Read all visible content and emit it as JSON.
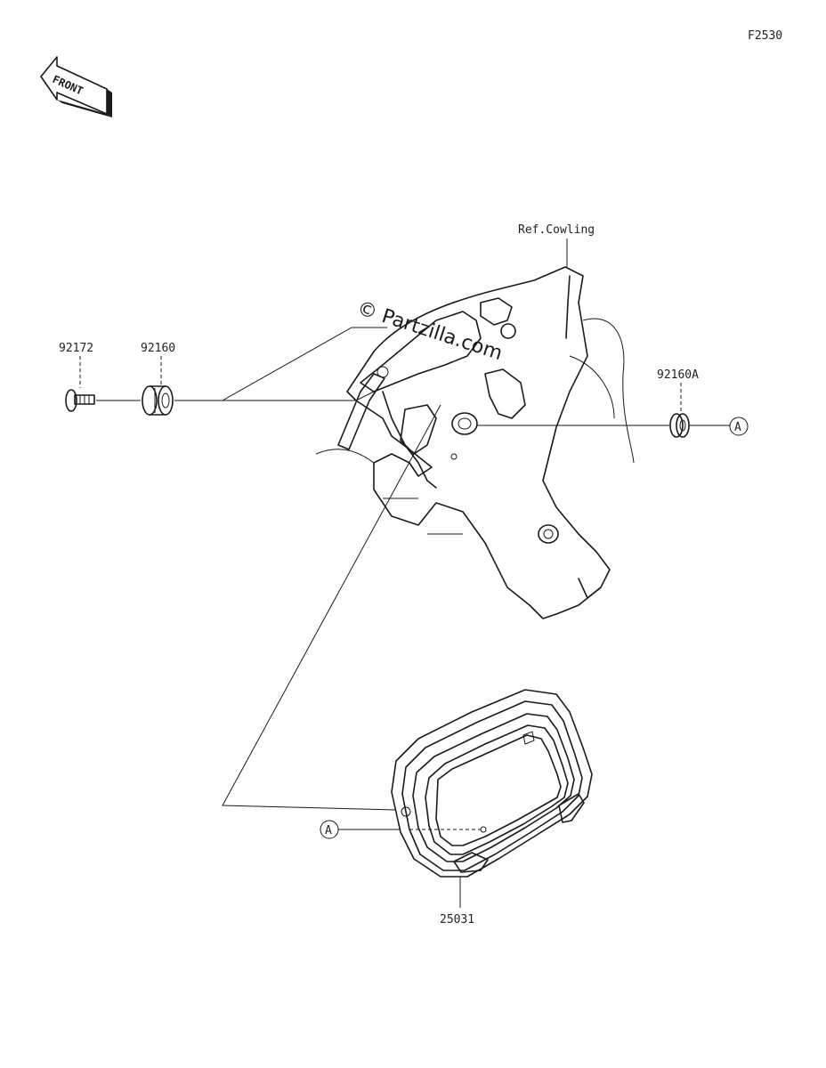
{
  "figure_code": "F2530",
  "front_label": "FRONT",
  "ref_label": "Ref.Cowling",
  "watermark": "© Partzilla.com",
  "callout_letter": "A",
  "parts": {
    "bolt": "92172",
    "grommet": "92160",
    "grommet_a": "92160A",
    "meter": "25031"
  }
}
